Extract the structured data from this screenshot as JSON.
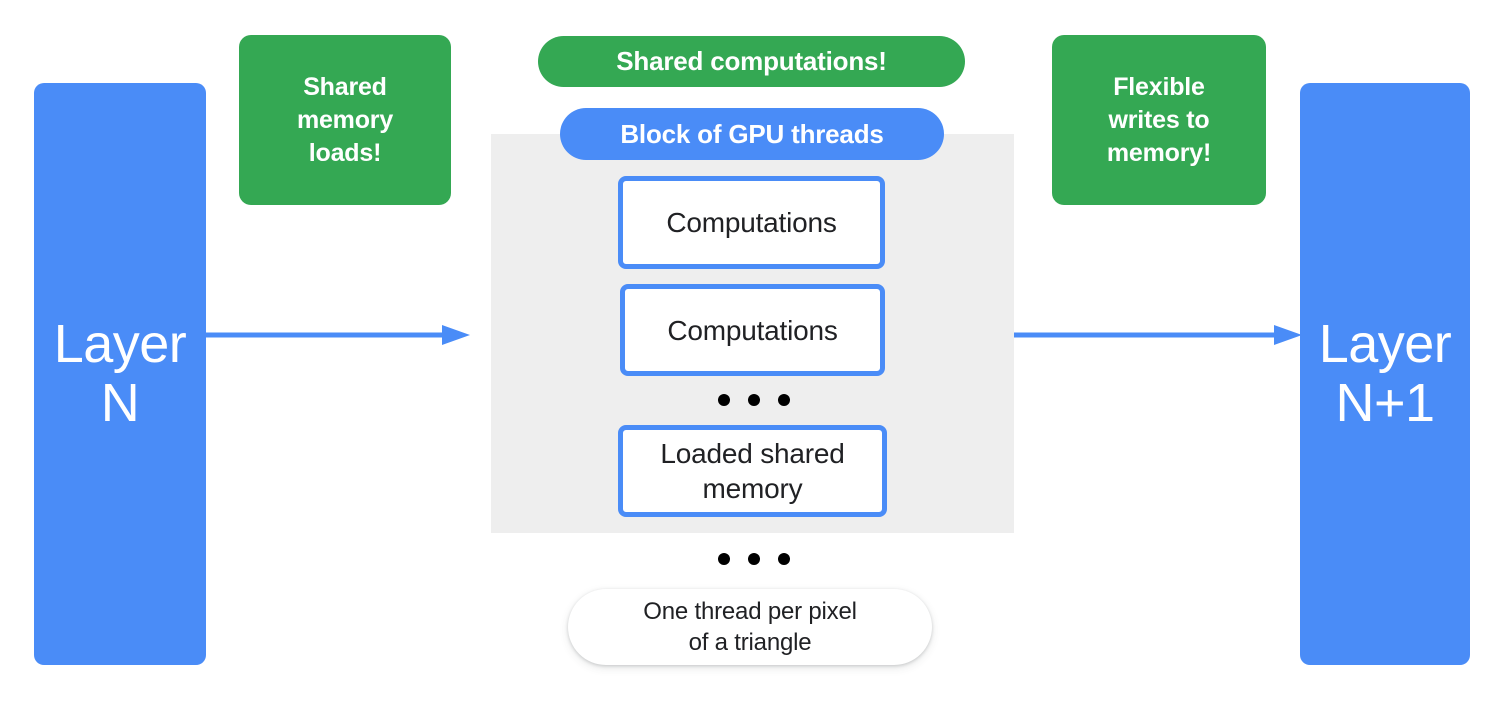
{
  "diagram": {
    "title": "GPU block shared-memory dataflow between layers",
    "colors": {
      "blue": "#4a8cf7",
      "green": "#34a853",
      "block_gray": "#eeeeee",
      "text_dark": "#202124",
      "text_light": "#ffffff",
      "dot_black": "#000000"
    },
    "layers": [
      {
        "id": "layer-n",
        "label": "Layer\nN"
      },
      {
        "id": "layer-np1",
        "label": "Layer\nN+1"
      }
    ],
    "callouts": [
      {
        "id": "callout-shared-memory",
        "label": "Shared\nmemory\nloads!"
      },
      {
        "id": "callout-flexible-write",
        "label": "Flexible\nwrites to\nmemory!"
      }
    ],
    "pills": [
      {
        "id": "pill-shared-computations",
        "label": "Shared computations!"
      },
      {
        "id": "pill-block-gpu-threads",
        "label": "Block of GPU threads"
      }
    ],
    "thread_boxes": [
      {
        "label": "Computations"
      },
      {
        "label": "Computations"
      },
      {
        "label": "Loaded shared\nmemory"
      }
    ],
    "ellipsis": {
      "inside_block": "• • •",
      "below_block": "• • •",
      "dot_count": 3
    },
    "thread_note": {
      "label": "One thread per pixel\nof a triangle"
    },
    "arrows": [
      {
        "id": "arrow-in",
        "direction": "right",
        "from": "layer-n",
        "to": "gpu-block-region"
      },
      {
        "id": "arrow-out",
        "direction": "right",
        "from": "gpu-block-region",
        "to": "layer-np1"
      }
    ]
  }
}
